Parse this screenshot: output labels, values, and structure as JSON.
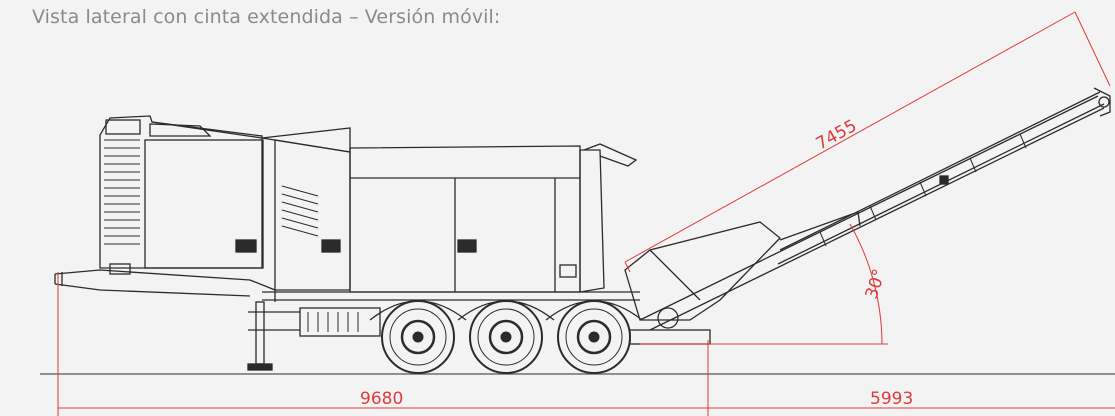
{
  "caption": "Vista lateral con cinta extendida – Versión móvil:",
  "dimensions": {
    "conveyor_length": "7455",
    "conveyor_angle": "30°",
    "length_main": "9680",
    "length_conveyor": "5993"
  },
  "colors": {
    "background": "#f3f3f3",
    "drawing": "#2b2b2b",
    "dimension": "#e03a3a",
    "caption": "#8a8a8a"
  }
}
